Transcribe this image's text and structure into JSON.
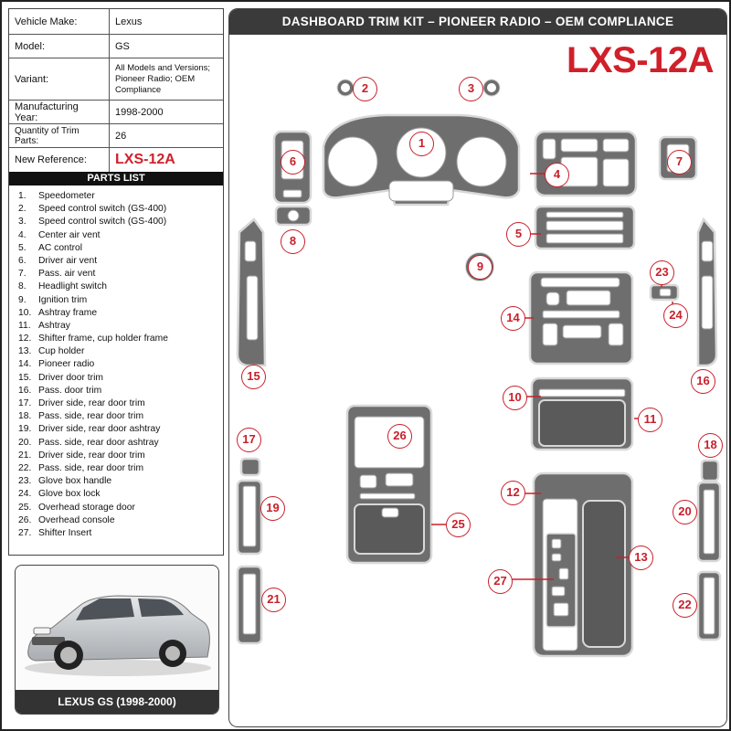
{
  "specs": [
    {
      "label": "Vehicle Make:",
      "value": "Lexus"
    },
    {
      "label": "Model:",
      "value": "GS"
    },
    {
      "label": "Variant:",
      "value": "All Models and Versions; Pioneer Radio; OEM Compliance"
    },
    {
      "label": "Manufacturing Year:",
      "value": "1998-2000"
    },
    {
      "label": "Quantity of Trim Parts:",
      "value": "26"
    },
    {
      "label": "New Reference:",
      "value": "LXS-12A"
    }
  ],
  "parts_list": {
    "title": "PARTS LIST",
    "items": [
      {
        "num": "1.",
        "name": "Speedometer"
      },
      {
        "num": "2.",
        "name": "Speed control switch (GS-400)"
      },
      {
        "num": "3.",
        "name": "Speed control switch (GS-400)"
      },
      {
        "num": "4.",
        "name": "Center air vent"
      },
      {
        "num": "5.",
        "name": "AC control"
      },
      {
        "num": "6.",
        "name": "Driver air vent"
      },
      {
        "num": "7.",
        "name": "Pass. air vent"
      },
      {
        "num": "8.",
        "name": "Headlight switch"
      },
      {
        "num": "9.",
        "name": "Ignition trim"
      },
      {
        "num": "10.",
        "name": "Ashtray frame"
      },
      {
        "num": "11.",
        "name": "Ashtray"
      },
      {
        "num": "12.",
        "name": "Shifter frame, cup holder frame"
      },
      {
        "num": "13.",
        "name": "Cup holder"
      },
      {
        "num": "14.",
        "name": "Pioneer radio"
      },
      {
        "num": "15.",
        "name": "Driver door trim"
      },
      {
        "num": "16.",
        "name": "Pass. door trim"
      },
      {
        "num": "17.",
        "name": "Driver side, rear door trim"
      },
      {
        "num": "18.",
        "name": "Pass. side, rear door trim"
      },
      {
        "num": "19.",
        "name": "Driver side, rear door ashtray"
      },
      {
        "num": "20.",
        "name": "Pass. side, rear door ashtray"
      },
      {
        "num": "21.",
        "name": "Driver side, rear door trim"
      },
      {
        "num": "22.",
        "name": "Pass. side, rear door trim"
      },
      {
        "num": "23.",
        "name": "Glove box handle"
      },
      {
        "num": "24.",
        "name": "Glove box lock"
      },
      {
        "num": "25.",
        "name": "Overhead storage door"
      },
      {
        "num": "26.",
        "name": "Overhead console"
      },
      {
        "num": "27.",
        "name": "Shifter Insert"
      }
    ]
  },
  "photo_caption": "LEXUS GS (1998-2000)",
  "header": {
    "title": "DASHBOARD TRIM KIT – PIONEER RADIO – OEM COMPLIANCE",
    "reference": "LXS-12A"
  },
  "callouts": [
    "1",
    "2",
    "3",
    "4",
    "5",
    "6",
    "7",
    "8",
    "9",
    "10",
    "11",
    "12",
    "13",
    "14",
    "15",
    "16",
    "17",
    "18",
    "19",
    "20",
    "21",
    "22",
    "23",
    "24",
    "25",
    "26",
    "27"
  ],
  "colors": {
    "accent": "#d0202a",
    "trim": "#6e6e6e",
    "trim_edge": "#d8d8d8",
    "header_bg": "#3a3a3a"
  }
}
